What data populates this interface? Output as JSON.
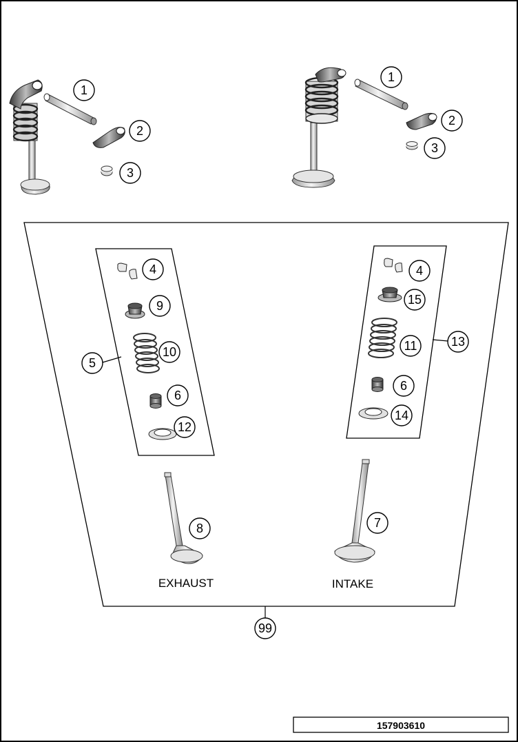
{
  "callouts": {
    "ex_top_1": "1",
    "ex_top_2": "2",
    "ex_top_3": "3",
    "in_top_1": "1",
    "in_top_2": "2",
    "in_top_3": "3",
    "ex_kit_4": "4",
    "ex_kit_9": "9",
    "ex_kit_10": "10",
    "ex_kit_6": "6",
    "ex_kit_12": "12",
    "ex_kit_5": "5",
    "in_kit_4": "4",
    "in_kit_15": "15",
    "in_kit_11": "11",
    "in_kit_6": "6",
    "in_kit_14": "14",
    "in_kit_13": "13",
    "exhaust_valve": "8",
    "intake_valve": "7",
    "set": "99"
  },
  "labels": {
    "exhaust": "EXHAUST",
    "intake": "INTAKE"
  },
  "document_number": "157903610"
}
